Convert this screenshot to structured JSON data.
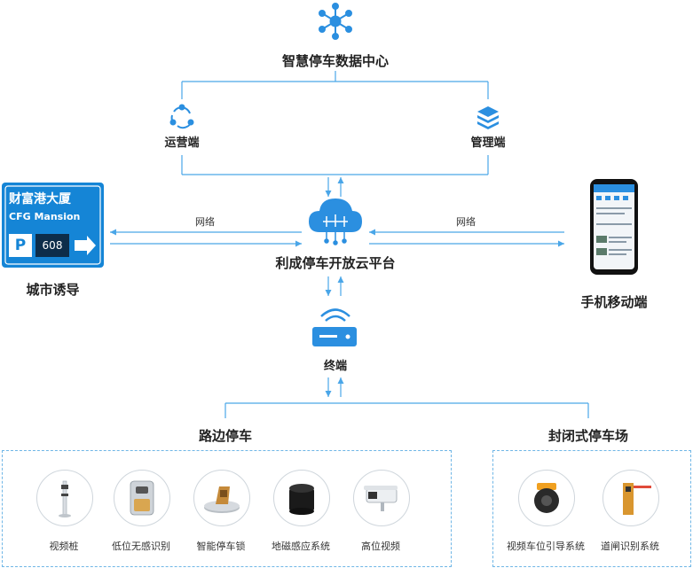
{
  "center": {
    "title": "智慧停车数据中心",
    "ops": "运营端",
    "mgmt": "管理端"
  },
  "platform": {
    "title": "利成停车开放云平台",
    "net_left": "网络",
    "net_right": "网络"
  },
  "terminal": {
    "title": "终端"
  },
  "city": {
    "title": "城市诱导",
    "sign_name": "财富港大厦",
    "sign_en": "CFG Mansion",
    "sign_p": "P",
    "sign_num": "608"
  },
  "mobile": {
    "title": "手机移动端"
  },
  "roadside": {
    "title": "路边停车",
    "devices": [
      "视频桩",
      "低位无感识别",
      "智能停车锁",
      "地磁感应系统",
      "高位视频"
    ]
  },
  "closed": {
    "title": "封闭式停车场",
    "devices": [
      "视频车位引导系统",
      "道闸识别系统"
    ]
  },
  "colors": {
    "accent": "#2b8fe0",
    "line": "#4aa6e8",
    "sign_bg": "#1585d6",
    "device_border": "#cfd6dc",
    "group_border": "#6fb6e6"
  }
}
